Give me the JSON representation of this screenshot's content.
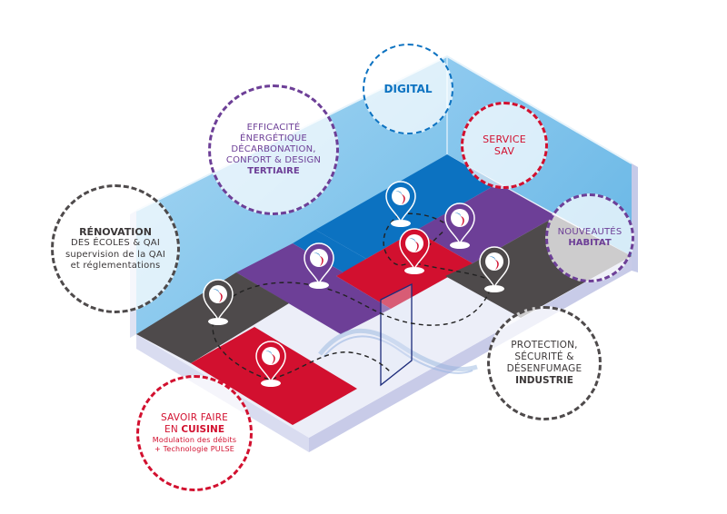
{
  "colors": {
    "blue": "#0c72c1",
    "light_blue": "#79c1ea",
    "purple": "#6d3f97",
    "red": "#d2102f",
    "dark_gray": "#4e4a4b",
    "floor_white": "#eceef8",
    "slab": "#c8cbe8"
  },
  "bubbles": {
    "digital": {
      "title": "DIGITAL"
    },
    "tertiaire": {
      "line1": "EFFICACITÉ",
      "line2": "ÉNERGÉTIQUE",
      "line3": "DÉCARBONATION,",
      "line4": "CONFORT & DESIGN",
      "title": "TERTIAIRE"
    },
    "sav": {
      "line1": "SERVICE",
      "line2": "SAV"
    },
    "habitat": {
      "line1": "NOUVEAUTÉS",
      "title": "HABITAT"
    },
    "ecoles": {
      "title": "RÉNOVATION",
      "line1": "DES ÉCOLES & QAI",
      "line2": "supervision de la QAI",
      "line3": "et réglementations"
    },
    "cuisine": {
      "line1": "SAVOIR FAIRE",
      "line2_prefix": "EN ",
      "title": "CUISINE",
      "line3": "Modulation des débits",
      "line4": "+ Technologie PULSE"
    },
    "industrie": {
      "line1": "PROTECTION,",
      "line2": "SÉCURITÉ &",
      "line3": "DÉSENFUMAGE",
      "title": "INDUSTRIE"
    }
  },
  "pins": [
    {
      "name": "pin-digital",
      "color": "blue",
      "icon": "brand-swoosh-icon"
    },
    {
      "name": "pin-habitat",
      "color": "purple",
      "icon": "brand-swoosh-icon"
    },
    {
      "name": "pin-sav",
      "color": "red",
      "icon": "brand-swoosh-icon"
    },
    {
      "name": "pin-tertiaire",
      "color": "purple",
      "icon": "brand-swoosh-icon"
    },
    {
      "name": "pin-industrie",
      "color": "dark_gray",
      "icon": "brand-swoosh-icon"
    },
    {
      "name": "pin-ecoles",
      "color": "dark_gray",
      "icon": "brand-swoosh-icon"
    },
    {
      "name": "pin-cuisine",
      "color": "red",
      "icon": "brand-swoosh-icon"
    }
  ]
}
